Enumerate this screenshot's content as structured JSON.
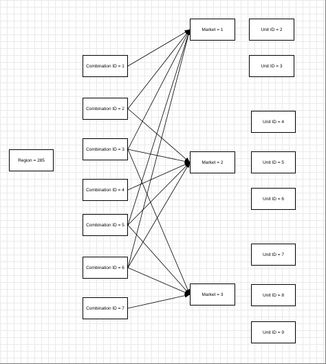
{
  "region": {
    "label": "Region = 285"
  },
  "combinations": [
    {
      "label": "Combination ID = 1"
    },
    {
      "label": "Combination ID = 2"
    },
    {
      "label": "Combination ID = 3"
    },
    {
      "label": "Combination ID = 4"
    },
    {
      "label": "Combination ID = 5"
    },
    {
      "label": "Combination ID = 6"
    },
    {
      "label": "Combination ID = 7"
    }
  ],
  "markets": [
    {
      "label": "Market = 1"
    },
    {
      "label": "Market = 2"
    },
    {
      "label": "Market = 3"
    }
  ],
  "units": [
    {
      "label": "Unit ID = 2"
    },
    {
      "label": "Unit ID = 3"
    },
    {
      "label": "Unit ID = 4"
    },
    {
      "label": "Unit ID = 5"
    },
    {
      "label": "Unit ID = 6"
    },
    {
      "label": "Unit ID = 7"
    },
    {
      "label": "Unit ID = 8"
    },
    {
      "label": "Unit ID = 9"
    }
  ],
  "edges": [
    {
      "from": "combination-1",
      "to": "market-1"
    },
    {
      "from": "combination-2",
      "to": "market-1"
    },
    {
      "from": "combination-2",
      "to": "market-2"
    },
    {
      "from": "combination-3",
      "to": "market-1"
    },
    {
      "from": "combination-3",
      "to": "market-2"
    },
    {
      "from": "combination-3",
      "to": "market-3"
    },
    {
      "from": "combination-4",
      "to": "market-2"
    },
    {
      "from": "combination-5",
      "to": "market-1"
    },
    {
      "from": "combination-5",
      "to": "market-2"
    },
    {
      "from": "combination-5",
      "to": "market-3"
    },
    {
      "from": "combination-6",
      "to": "market-1"
    },
    {
      "from": "combination-6",
      "to": "market-2"
    },
    {
      "from": "combination-6",
      "to": "market-3"
    },
    {
      "from": "combination-7",
      "to": "market-3"
    }
  ]
}
